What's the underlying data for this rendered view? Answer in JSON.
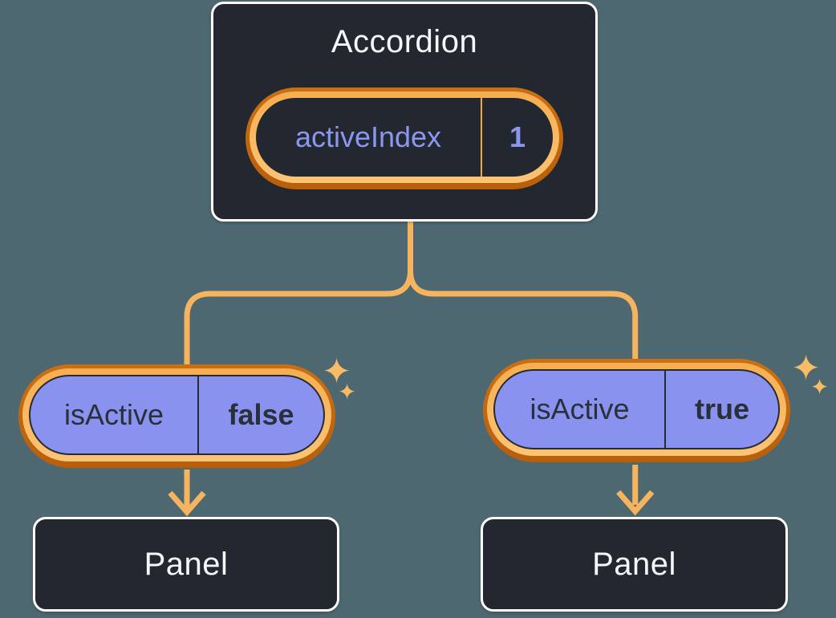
{
  "diagram": {
    "root": {
      "title": "Accordion",
      "state": {
        "name": "activeIndex",
        "value": "1"
      }
    },
    "branches": [
      {
        "prop": {
          "name": "isActive",
          "value": "false"
        },
        "child": {
          "title": "Panel"
        }
      },
      {
        "prop": {
          "name": "isActive",
          "value": "true"
        },
        "child": {
          "title": "Panel"
        }
      }
    ]
  },
  "icons": {
    "sparkle": "sparkle-icon",
    "arrow": "arrow-down-icon"
  },
  "colors": {
    "background": "#4D6871",
    "node_fill": "#23272F",
    "node_border": "#FFFFFF",
    "node_text": "#F6F7F9",
    "state_text": "#8B97EE",
    "prop_fill": "#8A92F0",
    "prop_text": "#2A3039",
    "glow_outer": "#C2660F",
    "glow_inner": "#FBBD64",
    "connector": "#F6B45E"
  }
}
